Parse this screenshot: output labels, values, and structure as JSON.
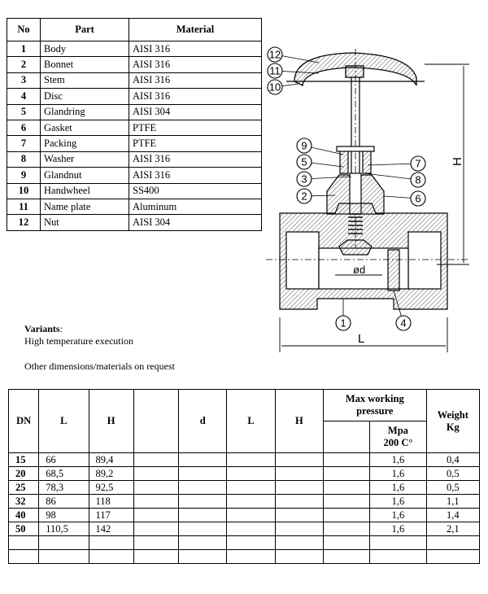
{
  "parts_table": {
    "headers": {
      "no": "No",
      "part": "Part",
      "material": "Material"
    },
    "rows": [
      {
        "no": "1",
        "part": "Body",
        "material": "AISI 316"
      },
      {
        "no": "2",
        "part": "Bonnet",
        "material": "AISI 316"
      },
      {
        "no": "3",
        "part": "Stem",
        "material": "AISI 316"
      },
      {
        "no": "4",
        "part": "Disc",
        "material": "AISI 316"
      },
      {
        "no": "5",
        "part": "Glandring",
        "material": "AISI 304"
      },
      {
        "no": "6",
        "part": "Gasket",
        "material": "PTFE"
      },
      {
        "no": "7",
        "part": "Packing",
        "material": "PTFE"
      },
      {
        "no": "8",
        "part": "Washer",
        "material": "AISI 316"
      },
      {
        "no": "9",
        "part": "Glandnut",
        "material": "AISI 316"
      },
      {
        "no": "10",
        "part": "Handwheel",
        "material": "SS400"
      },
      {
        "no": "11",
        "part": "Name plate",
        "material": "Aluminum"
      },
      {
        "no": "12",
        "part": "Nut",
        "material": "AISI 304"
      }
    ]
  },
  "drawing": {
    "callouts": [
      "12",
      "11",
      "10",
      "9",
      "5",
      "3",
      "2",
      "7",
      "8",
      "6",
      "1",
      "4"
    ],
    "dim_h": "H",
    "dim_l": "L",
    "dim_d": "ød"
  },
  "variants": {
    "heading": "Variants",
    "colon": ":",
    "text": "High temperature execution"
  },
  "note": "Other dimensions/materials on request",
  "dims_table": {
    "headers": {
      "dn": "DN",
      "l1": "L",
      "h1": "H",
      "blank": "",
      "d": "d",
      "l2": "L",
      "h2": "H",
      "pressure": "Max working pressure",
      "mpa": "Mpa",
      "temp": "200 C°",
      "weight": "Weight",
      "kg": "Kg"
    },
    "rows": [
      {
        "dn": "15",
        "l": "66",
        "h": "89,4",
        "mpa": "1,6",
        "kg": "0,4"
      },
      {
        "dn": "20",
        "l": "68,5",
        "h": "89,2",
        "mpa": "1,6",
        "kg": "0,5"
      },
      {
        "dn": "25",
        "l": "78,3",
        "h": "92,5",
        "mpa": "1,6",
        "kg": "0,5"
      },
      {
        "dn": "32",
        "l": "86",
        "h": "118",
        "mpa": "1,6",
        "kg": "1,1"
      },
      {
        "dn": "40",
        "l": "98",
        "h": "117",
        "mpa": "1,6",
        "kg": "1,4"
      },
      {
        "dn": "50",
        "l": "110,5",
        "h": "142",
        "mpa": "1,6",
        "kg": "2,1"
      },
      {
        "dn": "",
        "l": "",
        "h": "",
        "mpa": "",
        "kg": ""
      },
      {
        "dn": "",
        "l": "",
        "h": "",
        "mpa": "",
        "kg": ""
      }
    ]
  },
  "colors": {
    "hatch": "#555555",
    "line": "#000000"
  }
}
